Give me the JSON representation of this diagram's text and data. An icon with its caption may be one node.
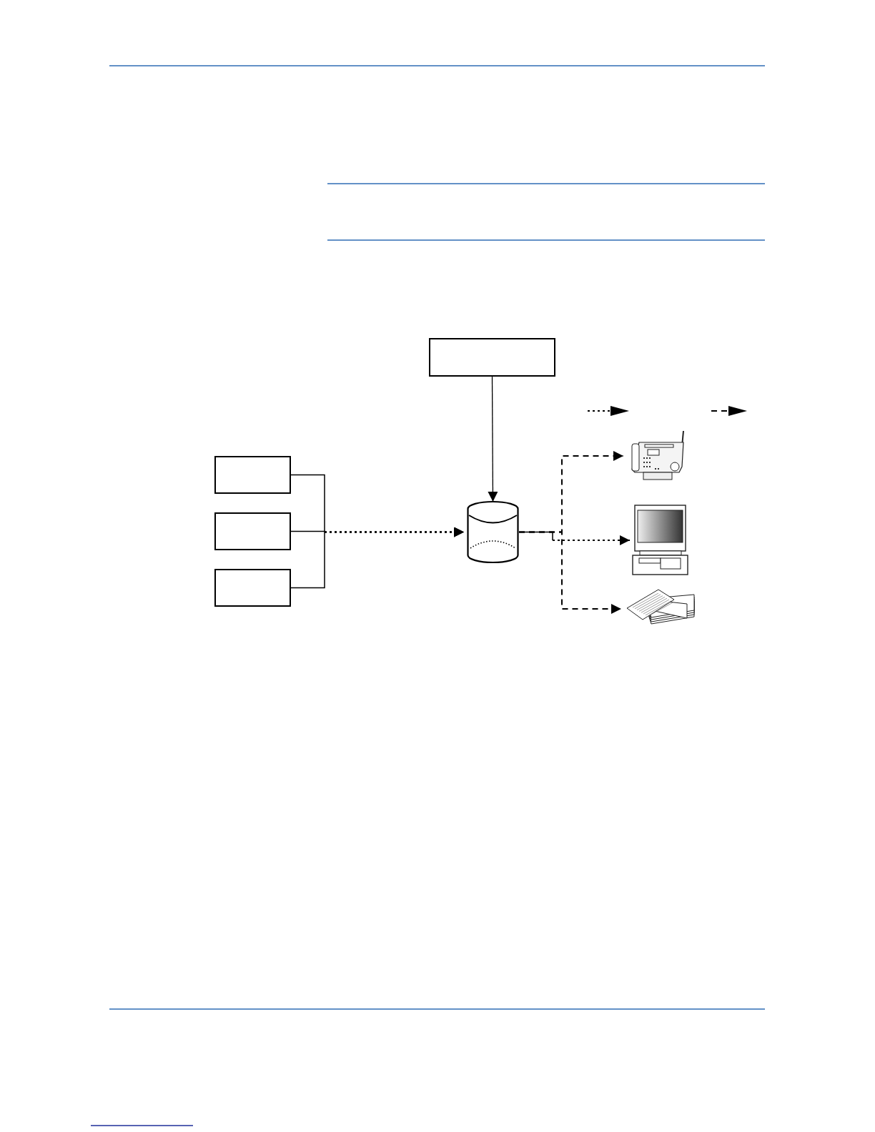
{
  "diagram": {
    "nodes": [
      {
        "text": [],
        "shape": "box"
      },
      {
        "text": [],
        "shape": "box"
      },
      {
        "text": [],
        "shape": "box"
      },
      {
        "text": [],
        "shape": "box"
      },
      {
        "text": [],
        "shape": "cylinder"
      },
      {
        "text": [],
        "shape": "fax"
      },
      {
        "text": [],
        "shape": "computer"
      },
      {
        "text": [],
        "shape": "papers"
      }
    ],
    "edges": [
      {
        "from": 0,
        "to": 4,
        "arrow": "to"
      },
      {
        "from": 1,
        "to": 4,
        "arrow": "to",
        "style": "dashed"
      },
      {
        "from": 2,
        "to": 4,
        "arrow": "to",
        "style": "dashed"
      },
      {
        "from": 3,
        "to": 4,
        "arrow": "to",
        "style": "dashed"
      },
      {
        "from": 4,
        "to": 5,
        "arrow": "to",
        "style": "dashed"
      },
      {
        "from": 4,
        "to": 6,
        "arrow": "to",
        "style": "dashed"
      },
      {
        "from": 4,
        "to": 7,
        "arrow": "to",
        "style": "dashed"
      }
    ]
  }
}
